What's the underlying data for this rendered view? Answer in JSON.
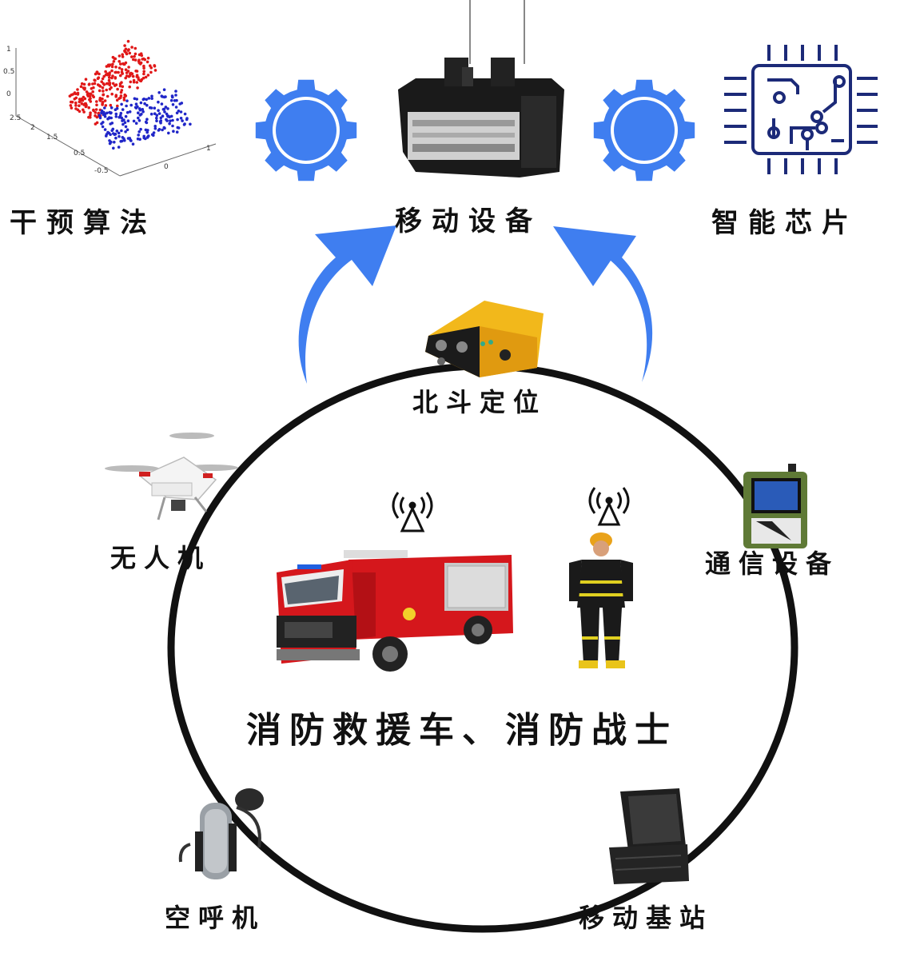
{
  "labels": {
    "top_left": "干预算法",
    "top_center": "移动设备",
    "top_right": "智能芯片",
    "beidou": "北斗定位",
    "drone": "无人机",
    "comm": "通信设备",
    "air_resp": "空呼机",
    "base_station": "移动基站",
    "center": "消防救援车、消防战士"
  },
  "colors": {
    "accent_blue": "#3f7ef0",
    "circle": "#111111",
    "chip_navy": "#1c2a78",
    "truck_red": "#d5171c",
    "device_yellow": "#f2b81b"
  },
  "icons": [
    "scatter-plot-3d-icon",
    "gear-icon",
    "mobile-device-icon",
    "chip-icon",
    "gps-receiver-icon",
    "drone-icon",
    "radio-device-icon",
    "breathing-apparatus-icon",
    "base-station-case-icon",
    "fire-truck-icon",
    "firefighter-icon",
    "antenna-signal-icon"
  ]
}
